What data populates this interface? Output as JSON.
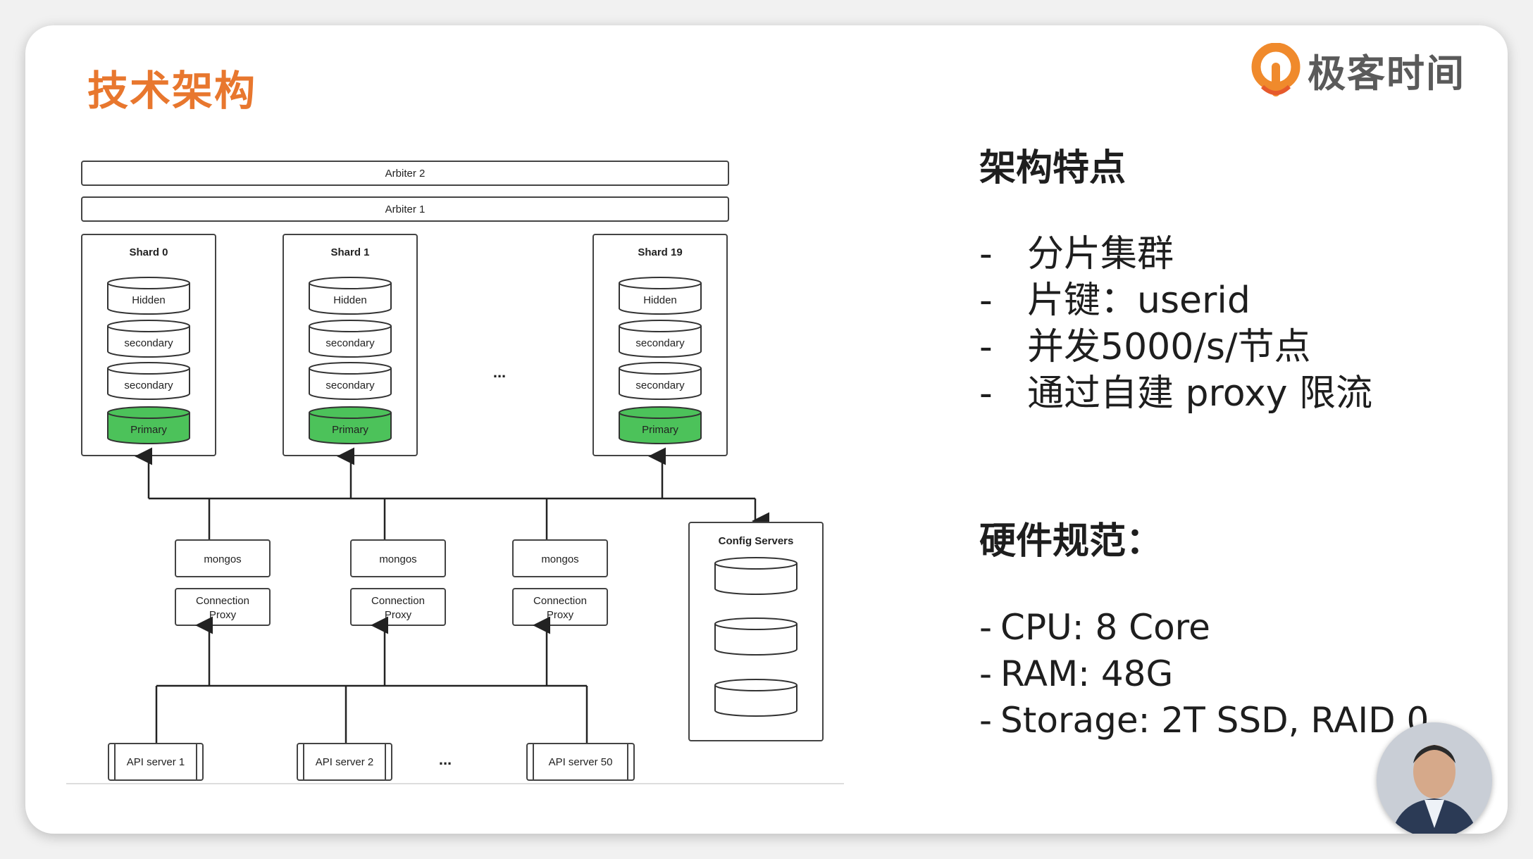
{
  "slide": {
    "title": "技术架构",
    "brand": "极客时间",
    "brand_color": "#e8772e"
  },
  "diagram": {
    "arbiters": [
      "Arbiter 2",
      "Arbiter 1"
    ],
    "shards": [
      {
        "name": "Shard 0",
        "members": [
          "Hidden",
          "secondary",
          "secondary",
          "Primary"
        ]
      },
      {
        "name": "Shard 1",
        "members": [
          "Hidden",
          "secondary",
          "secondary",
          "Primary"
        ]
      },
      {
        "name": "Shard 19",
        "members": [
          "Hidden",
          "secondary",
          "secondary",
          "Primary"
        ]
      }
    ],
    "shard_ellipsis": "...",
    "routers": [
      {
        "mongos": "mongos",
        "proxy_line1": "Connection",
        "proxy_line2": "Proxy"
      },
      {
        "mongos": "mongos",
        "proxy_line1": "Connection",
        "proxy_line2": "Proxy"
      },
      {
        "mongos": "mongos",
        "proxy_line1": "Connection",
        "proxy_line2": "Proxy"
      }
    ],
    "config_servers": "Config Servers",
    "api_servers": [
      "API server 1",
      "API server 2",
      "API server 50"
    ],
    "api_ellipsis": "...",
    "primary_color": "#4cc25a"
  },
  "notes": {
    "features_title": "架构特点",
    "features": [
      {
        "dash": "-",
        "text": "分片集群"
      },
      {
        "dash": "-",
        "text": "片键：userid"
      },
      {
        "dash": "-",
        "text": "并发5000/s/节点"
      },
      {
        "dash": "-",
        "text": "通过自建 proxy 限流"
      }
    ],
    "hardware_title": "硬件规范：",
    "hardware": [
      {
        "dash": "-",
        "text": "CPU: 8 Core"
      },
      {
        "dash": "-",
        "text": "RAM: 48G"
      },
      {
        "dash": "-",
        "text": "Storage: 2T SSD, RAID 0"
      }
    ]
  }
}
